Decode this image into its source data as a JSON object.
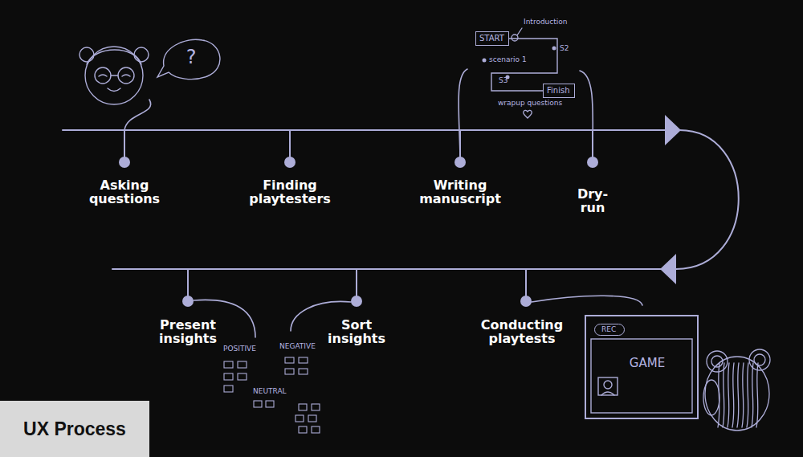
{
  "diagram": {
    "title": "UX Process",
    "nodes": [
      {
        "text": [
          "START"
        ]
      },
      {
        "text": [
          "Finish"
        ]
      },
      {
        "text": [
          "GAME"
        ]
      },
      {
        "text": [
          "REC"
        ],
        "in": 2
      }
    ],
    "edges": [
      {
        "from": 0,
        "to": 1,
        "arrow": "none"
      }
    ],
    "labels": [
      "?",
      "Asking questions",
      "Finding playtesters",
      "Introduction",
      "scenario 1",
      "S2",
      "S3",
      "wrapup questions",
      "Writing manuscript",
      "Dry-run",
      "Present insights",
      "Sort insights",
      "Conducting playtests",
      "POSITIVE",
      "NEGATIVE",
      "NEUTRAL"
    ]
  }
}
